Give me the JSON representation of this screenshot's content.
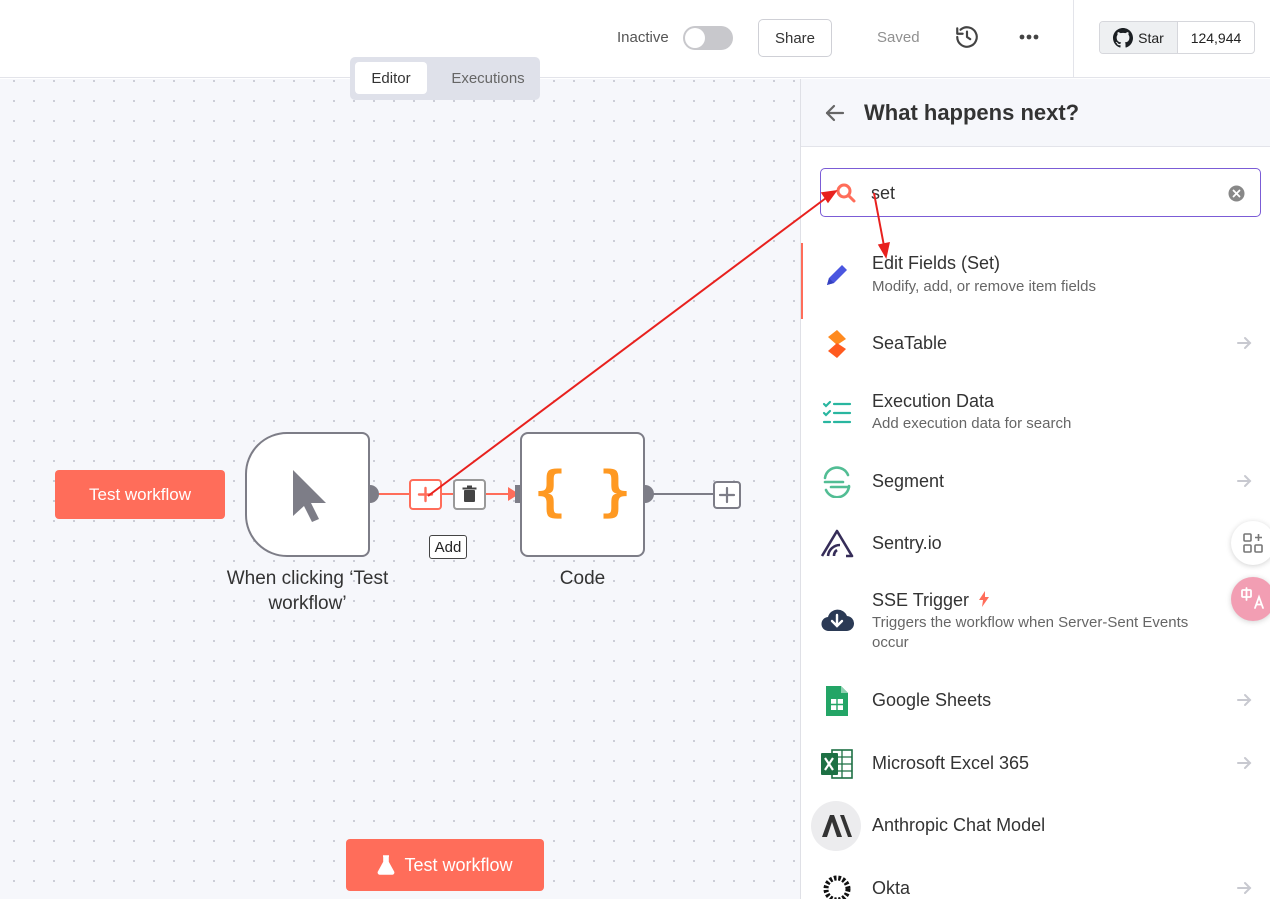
{
  "header": {
    "status_label": "Inactive",
    "share_label": "Share",
    "saved_label": "Saved",
    "github": {
      "star_label": "Star",
      "star_count": "124,944"
    }
  },
  "tabs": {
    "editor": "Editor",
    "executions": "Executions"
  },
  "canvas": {
    "test_workflow_left": "Test workflow",
    "test_workflow_bottom": "Test workflow",
    "trigger_node_label": "When clicking ‘Test workflow’",
    "code_node_label": "Code",
    "code_node_glyph": "{ }",
    "add_tooltip": "Add"
  },
  "panel": {
    "title": "What happens next?",
    "search_value": "set",
    "items": [
      {
        "title": "Edit Fields (Set)",
        "subtitle": "Modify, add, or remove item fields",
        "icon": "pencil-icon"
      },
      {
        "title": "SeaTable",
        "subtitle": "",
        "icon": "seatable-icon"
      },
      {
        "title": "Execution Data",
        "subtitle": "Add execution data for search",
        "icon": "checklist-icon"
      },
      {
        "title": "Segment",
        "subtitle": "",
        "icon": "segment-icon"
      },
      {
        "title": "Sentry.io",
        "subtitle": "",
        "icon": "sentry-icon"
      },
      {
        "title": "SSE Trigger",
        "subtitle": "Triggers the workflow when Server-Sent Events occur",
        "icon": "cloud-download-icon"
      },
      {
        "title": "Google Sheets",
        "subtitle": "",
        "icon": "google-sheets-icon"
      },
      {
        "title": "Microsoft Excel 365",
        "subtitle": "",
        "icon": "excel-icon"
      },
      {
        "title": "Anthropic Chat Model",
        "subtitle": "",
        "icon": "anthropic-icon"
      },
      {
        "title": "Okta",
        "subtitle": "",
        "icon": "okta-icon"
      }
    ]
  },
  "colors": {
    "accent": "#ff6d5a",
    "search_border": "#7b5cd6",
    "annotation_arrow": "#e8211e"
  }
}
